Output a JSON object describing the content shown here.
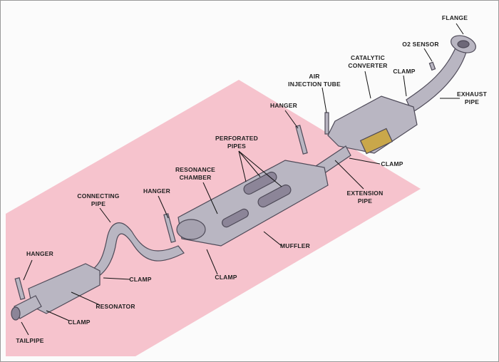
{
  "title": "Exhaust system components",
  "colors": {
    "highlight": "#f4b8c4",
    "metal": "#b9b6c2",
    "dark": "#5c5866",
    "text": "#222222"
  },
  "labels": {
    "flange": "FLANGE",
    "o2_sensor": "O2 SENSOR",
    "catalytic_converter": [
      "CATALYTIC",
      "CONVERTER"
    ],
    "clamp_converter": "CLAMP",
    "exhaust_pipe": [
      "EXHAUST",
      "PIPE"
    ],
    "air_injection_tube": [
      "AIR",
      "INJECTION TUBE"
    ],
    "hanger_front": "HANGER",
    "clamp_extension": "CLAMP",
    "extension_pipe": [
      "EXTENSION",
      "PIPE"
    ],
    "perforated_pipes": [
      "PERFORATED",
      "PIPES"
    ],
    "resonance_chamber": [
      "RESONANCE",
      "CHAMBER"
    ],
    "hanger_middle": "HANGER",
    "connecting_pipe": [
      "CONNECTING",
      "PIPE"
    ],
    "muffler": "MUFFLER",
    "clamp_muffler": "CLAMP",
    "clamp_resonator": "CLAMP",
    "hanger_rear": "HANGER",
    "resonator": "RESONATOR",
    "clamp_tailpipe": "CLAMP",
    "tailpipe": "TAILPIPE"
  }
}
